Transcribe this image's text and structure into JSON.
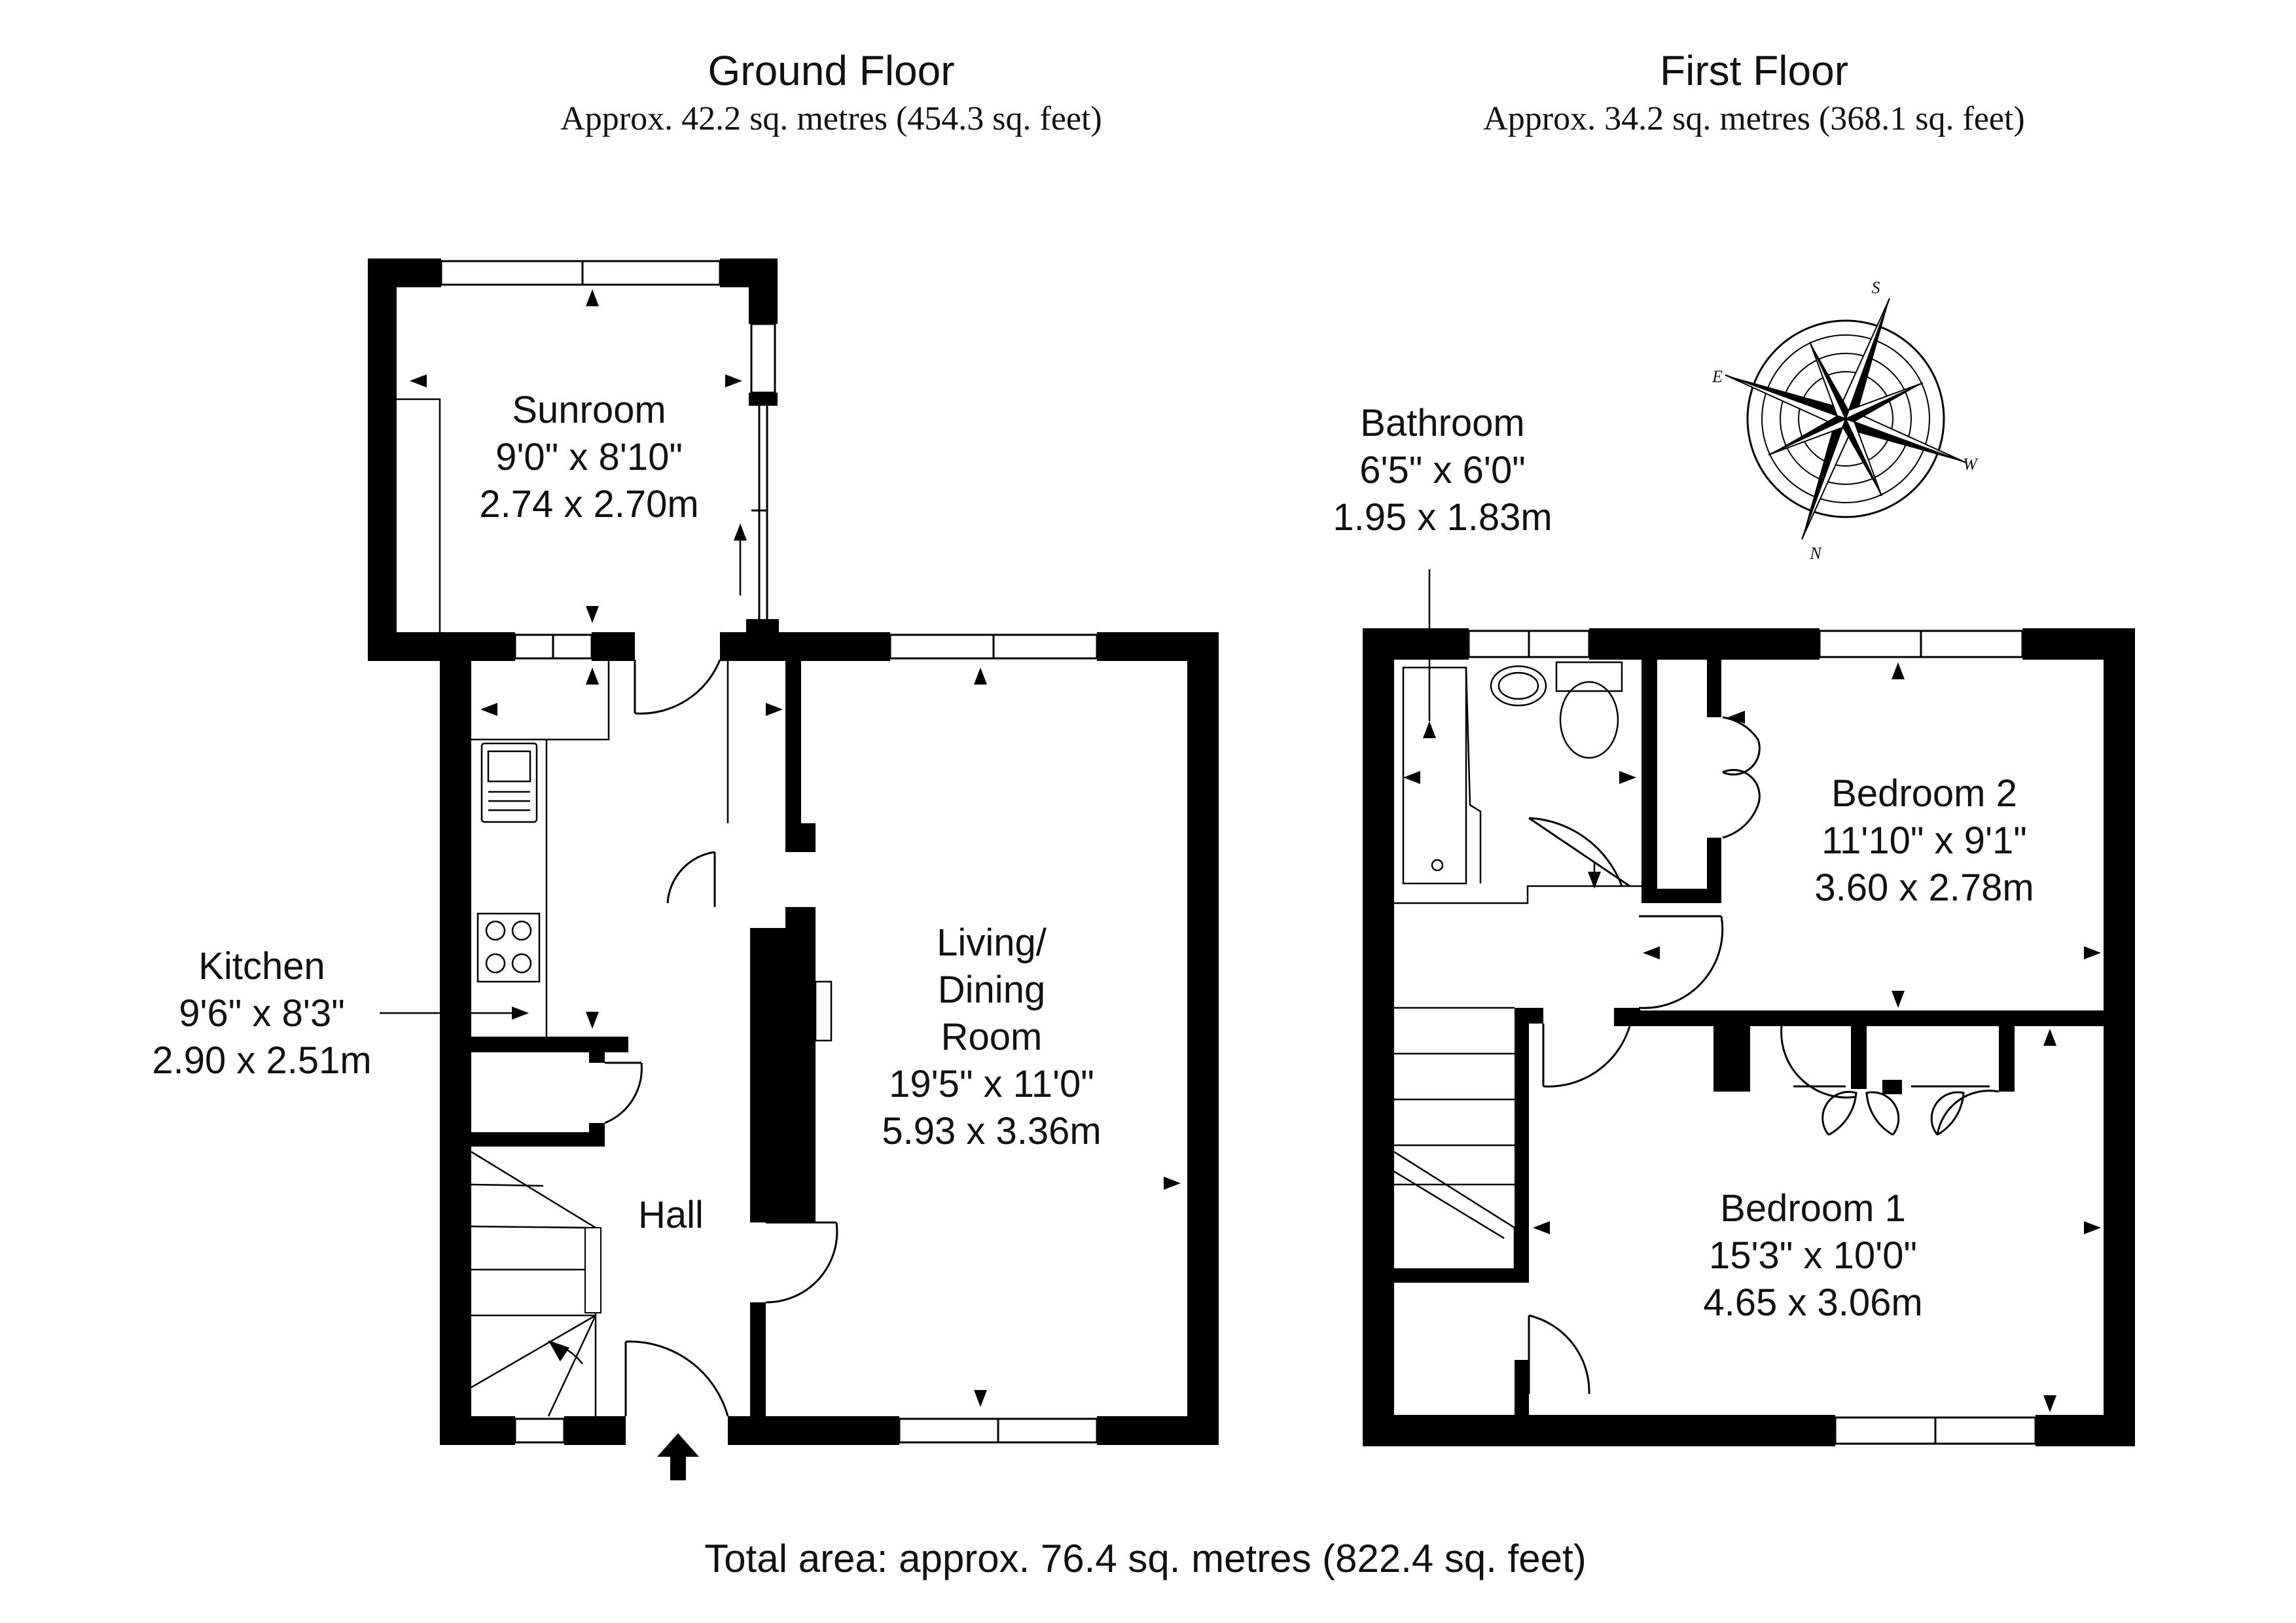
{
  "ground_floor": {
    "title": "Ground Floor",
    "area": "Approx. 42.2 sq. metres (454.3 sq. feet)"
  },
  "first_floor": {
    "title": "First Floor",
    "area": "Approx. 34.2 sq. metres (368.1 sq. feet)"
  },
  "rooms": {
    "sunroom": {
      "name": "Sunroom",
      "imperial": "9'0\" x 8'10\"",
      "metric": "2.74 x 2.70m"
    },
    "kitchen": {
      "name": "Kitchen",
      "imperial": "9'6\" x 8'3\"",
      "metric": "2.90 x 2.51m"
    },
    "living": {
      "name_line1": "Living/",
      "name_line2": "Dining",
      "name_line3": "Room",
      "imperial": "19'5\" x 11'0\"",
      "metric": "5.93 x 3.36m"
    },
    "hall": {
      "name": "Hall"
    },
    "bathroom": {
      "name": "Bathroom",
      "imperial": "6'5\" x 6'0\"",
      "metric": "1.95 x 1.83m"
    },
    "bedroom2": {
      "name": "Bedroom 2",
      "imperial": "11'10\" x 9'1\"",
      "metric": "3.60 x 2.78m"
    },
    "bedroom1": {
      "name": "Bedroom 1",
      "imperial": "15'3\" x 10'0\"",
      "metric": "4.65 x 3.06m"
    }
  },
  "compass": {
    "icon": "compass-rose-icon",
    "letters": {
      "n": "N",
      "s": "S",
      "e": "E",
      "w": "W"
    }
  },
  "entrance_icon": "entrance-arrow-icon",
  "total_area": "Total area: approx. 76.4 sq. metres (822.4 sq. feet)"
}
